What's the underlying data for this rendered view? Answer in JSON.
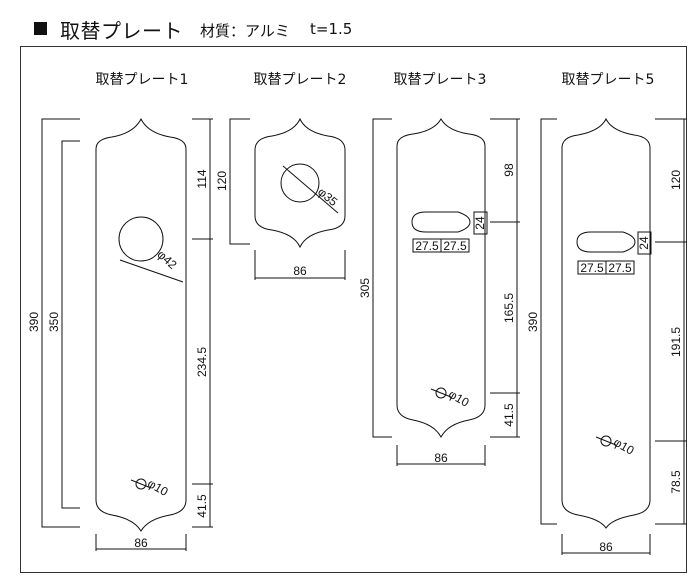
{
  "header": {
    "title": "取替プレート",
    "material": "材質：アルミ",
    "thickness": "t=1.5"
  },
  "plates": [
    {
      "name": "取替プレート1",
      "width_label": "86",
      "overall_label": "390",
      "inner_label": "350",
      "segments": [
        "114",
        "234.5",
        "41.5"
      ],
      "hole_label": "φ42",
      "small_hole_label": "φ10"
    },
    {
      "name": "取替プレート2",
      "width_label": "86",
      "overall_label": "120",
      "hole_label": "φ35"
    },
    {
      "name": "取替プレート3",
      "width_label": "86",
      "overall_label": "305",
      "segments": [
        "98",
        "165.5",
        "41.5"
      ],
      "slot_height_label": "24",
      "slot_half_widths": [
        "27.5",
        "27.5"
      ],
      "small_hole_label": "φ10"
    },
    {
      "name": "取替プレート5",
      "width_label": "86",
      "overall_label": "390",
      "segments": [
        "120",
        "191.5",
        "78.5"
      ],
      "slot_height_label": "24",
      "slot_half_widths": [
        "27.5",
        "27.5"
      ],
      "small_hole_label": "φ10"
    }
  ]
}
